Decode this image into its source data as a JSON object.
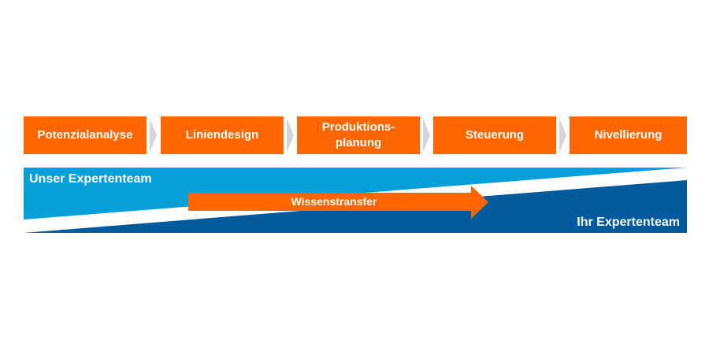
{
  "steps": [
    {
      "label": "Potenzialanalyse"
    },
    {
      "label": "Liniendesign"
    },
    {
      "label": "Produktions-\nplanung"
    },
    {
      "label": "Steuerung"
    },
    {
      "label": "Nivellierung"
    }
  ],
  "band": {
    "top_label": "Unser Expertenteam",
    "bottom_label": "Ihr Expertenteam",
    "arrow_label": "Wissenstransfer"
  },
  "colors": {
    "orange": "#ff6600",
    "light_blue": "#069fd8",
    "dark_blue": "#005a9c",
    "chevron": "#d4d6dc"
  }
}
